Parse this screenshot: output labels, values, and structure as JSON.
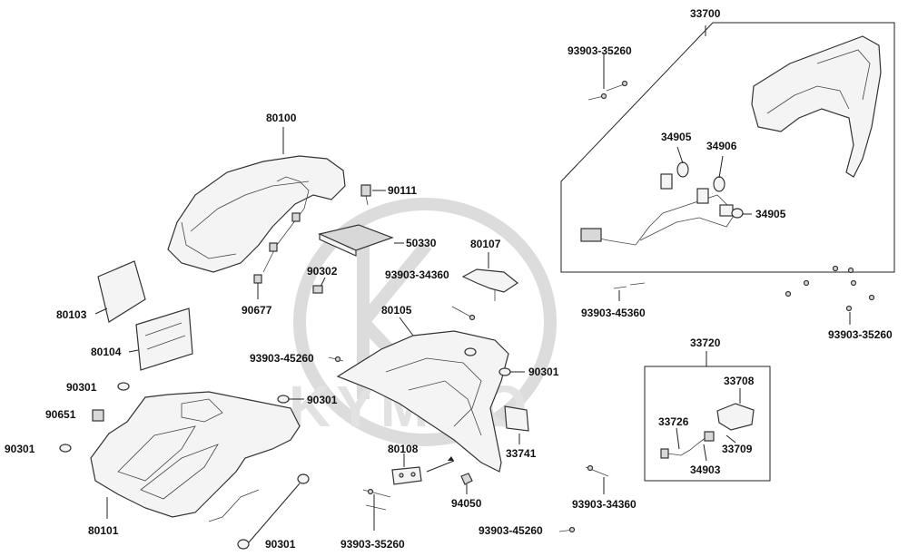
{
  "watermark": {
    "brand": "KYMCO"
  },
  "labels": {
    "p33700": "33700",
    "p93903_35260_top": "93903-35260",
    "p34905_a": "34905",
    "p34906": "34906",
    "p34905_b": "34905",
    "p80100": "80100",
    "p90111": "90111",
    "p50330": "50330",
    "p80107": "80107",
    "p90302": "90302",
    "p93903_34360_mid": "93903-34360",
    "p93903_45360": "93903-45360",
    "p93903_35260_right": "93903-35260",
    "p80103": "80103",
    "p90677": "90677",
    "p80105": "80105",
    "p80104": "80104",
    "p93903_45260_mid": "93903-45260",
    "p90301_center": "90301",
    "p33720": "33720",
    "p33708": "33708",
    "p90301_left_a": "90301",
    "p90301_left_b": "90301",
    "p90651": "90651",
    "p33726": "33726",
    "p33709": "33709",
    "p33741": "33741",
    "p90301_left_c": "90301",
    "p34903": "34903",
    "p80108": "80108",
    "p94050": "94050",
    "p93903_34360_bottom": "93903-34360",
    "p80101": "80101",
    "p93903_45260_bottom": "93903-45260",
    "p93903_35260_bottom": "93903-35260",
    "p90301_bottom": "90301"
  }
}
